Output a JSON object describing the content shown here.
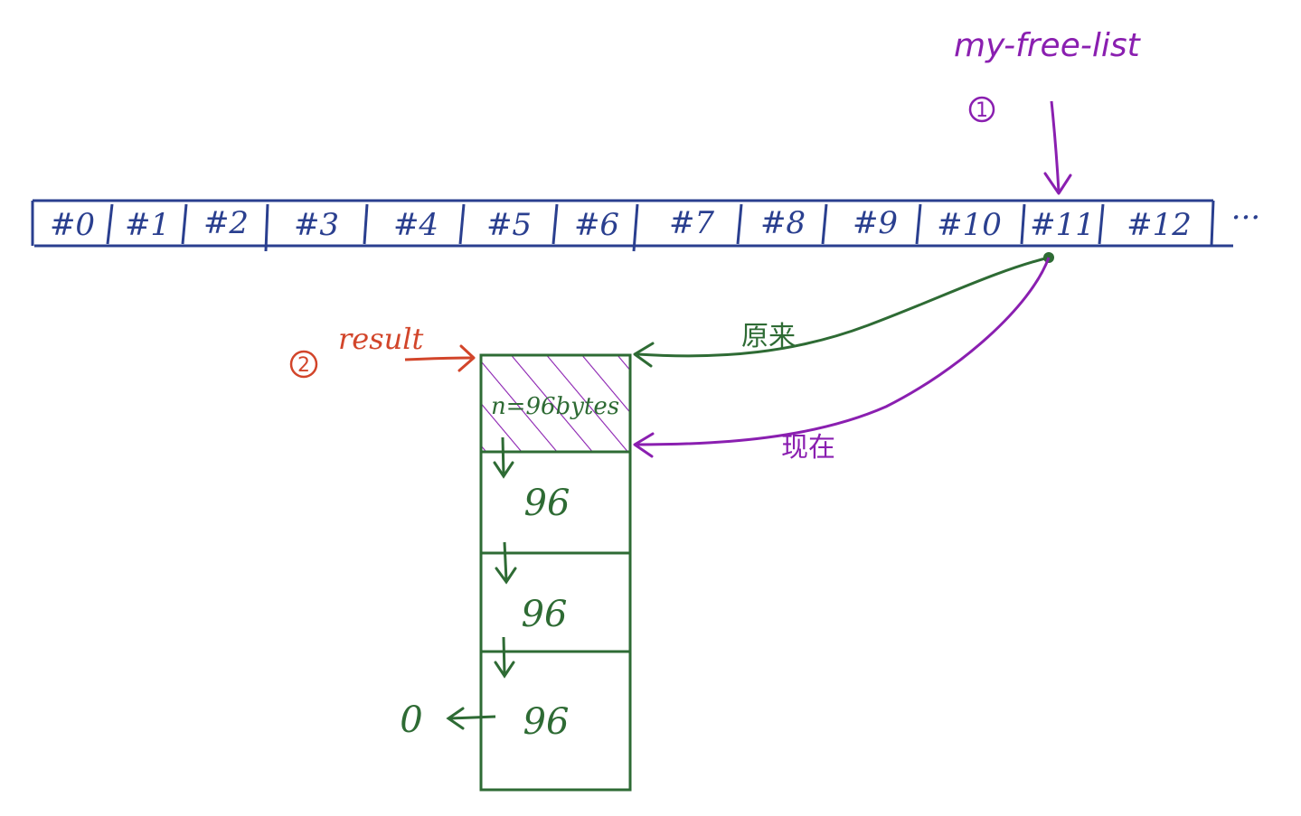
{
  "array": {
    "cells": [
      "#0",
      "#1",
      "#2",
      "#3",
      "#4",
      "#5",
      "#6",
      "#7",
      "#8",
      "#9",
      "#10",
      "#11",
      "#12"
    ],
    "ellipsis": "···"
  },
  "labels": {
    "free_list": "my-free-list",
    "step1": "1",
    "step2": "2",
    "result": "result",
    "before": "原来",
    "now": "现在",
    "first_block": "n=96bytes",
    "block_value": "96",
    "null_value": "0"
  },
  "colors": {
    "blue": "#2a3f8f",
    "purple": "#8a1fb0",
    "green": "#2e6b34",
    "red": "#d2452a"
  }
}
